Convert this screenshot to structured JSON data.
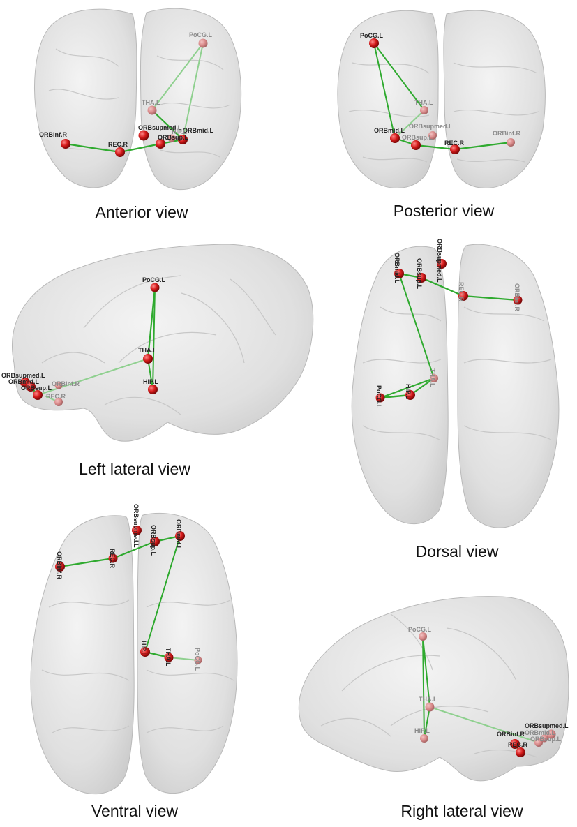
{
  "colors": {
    "node": "#d41a1a",
    "node_faded": "#d98a8a",
    "edge": "#2faa2f",
    "edge_faded": "#8fd08f",
    "brain_fill": "#e4e4e4",
    "brain_shade": "#cfcfcf"
  },
  "panels": [
    {
      "id": "anterior",
      "caption": "Anterior view",
      "nodes": [
        {
          "id": "PoCG.L",
          "label": "PoCG.L"
        },
        {
          "id": "THA.L",
          "label": "THA.L"
        },
        {
          "id": "ORBinf.R",
          "label": "ORBinf.R"
        },
        {
          "id": "ORBsupmed.L",
          "label": "ORBsupmed.L"
        },
        {
          "id": "REC.R",
          "label": "REC.R"
        },
        {
          "id": "ORBsup.L",
          "label": "ORBsup.L"
        },
        {
          "id": "ORBmid.L",
          "label": "ORBmid.L"
        },
        {
          "id": "HIP.L",
          "label": "HIP.L"
        }
      ]
    },
    {
      "id": "posterior",
      "caption": "Posterior view",
      "nodes": [
        {
          "id": "PoCG.L",
          "label": "PoCG.L"
        },
        {
          "id": "THA.L",
          "label": "THA.L"
        },
        {
          "id": "ORBmid.L",
          "label": "ORBmid.L"
        },
        {
          "id": "ORBsupmed.L",
          "label": "ORBsupmed.L"
        },
        {
          "id": "ORBsup.L",
          "label": "ORBsup.L"
        },
        {
          "id": "REC.R",
          "label": "REC.R"
        },
        {
          "id": "ORBinf.R",
          "label": "ORBinf.R"
        }
      ]
    },
    {
      "id": "left-lateral",
      "caption": "Left lateral view",
      "nodes": [
        {
          "id": "PoCG.L",
          "label": "PoCG.L"
        },
        {
          "id": "THA.L",
          "label": "THA.L"
        },
        {
          "id": "HIP.L",
          "label": "HIP.L"
        },
        {
          "id": "ORBsupmed.L",
          "label": "ORBsupmed.L"
        },
        {
          "id": "ORBmid.L",
          "label": "ORBmid.L"
        },
        {
          "id": "ORBsup.L",
          "label": "ORBsup.L"
        },
        {
          "id": "ORBinf.R",
          "label": "ORBinf.R"
        },
        {
          "id": "REC.R",
          "label": "REC.R"
        }
      ]
    },
    {
      "id": "dorsal",
      "caption": "Dorsal view",
      "nodes": [
        {
          "id": "ORBmid.L",
          "label": "ORBmid.L"
        },
        {
          "id": "ORBsup.L",
          "label": "ORBsup.L"
        },
        {
          "id": "ORBsupmed.L",
          "label": "ORBsupmed.L"
        },
        {
          "id": "REC.R",
          "label": "REC.R"
        },
        {
          "id": "ORBinf.R",
          "label": "ORBinf.R"
        },
        {
          "id": "PoCG.L",
          "label": "PoCG.L"
        },
        {
          "id": "HIP.L",
          "label": "HIP.L"
        },
        {
          "id": "THA.L",
          "label": "THA.L"
        }
      ]
    },
    {
      "id": "ventral",
      "caption": "Ventral view",
      "nodes": [
        {
          "id": "ORBinf.R",
          "label": "ORBinf.R"
        },
        {
          "id": "REC.R",
          "label": "REC.R"
        },
        {
          "id": "ORBsupmed.L",
          "label": "ORBsupmed.L"
        },
        {
          "id": "ORBsup.L",
          "label": "ORBsup.L"
        },
        {
          "id": "ORBmid.L",
          "label": "ORBmid.L"
        },
        {
          "id": "HIP.L",
          "label": "HIP.L"
        },
        {
          "id": "THA.L",
          "label": "THA.L"
        },
        {
          "id": "PoCG.L",
          "label": "PoCG.L"
        }
      ]
    },
    {
      "id": "right-lateral",
      "caption": "Right lateral view",
      "nodes": [
        {
          "id": "PoCG.L",
          "label": "PoCG.L"
        },
        {
          "id": "THA.L",
          "label": "THA.L"
        },
        {
          "id": "HIP.L",
          "label": "HIP.L"
        },
        {
          "id": "ORBsupmed.L",
          "label": "ORBsupmed.L"
        },
        {
          "id": "ORBinf.R",
          "label": "ORBinf.R"
        },
        {
          "id": "ORBmid.L",
          "label": "ORBmid.L"
        },
        {
          "id": "ORBsup.L",
          "label": "ORBsup.L"
        },
        {
          "id": "REC.R",
          "label": "REC.R"
        }
      ]
    }
  ],
  "edges": [
    {
      "source": "ORBinf.R",
      "target": "REC.R"
    },
    {
      "source": "REC.R",
      "target": "ORBsup.L"
    },
    {
      "source": "ORBsup.L",
      "target": "ORBmid.L"
    },
    {
      "source": "ORBmid.L",
      "target": "THA.L"
    },
    {
      "source": "THA.L",
      "target": "PoCG.L"
    },
    {
      "source": "PoCG.L",
      "target": "ORBmid.L"
    },
    {
      "source": "THA.L",
      "target": "HIP.L"
    },
    {
      "source": "HIP.L",
      "target": "PoCG.L"
    }
  ]
}
